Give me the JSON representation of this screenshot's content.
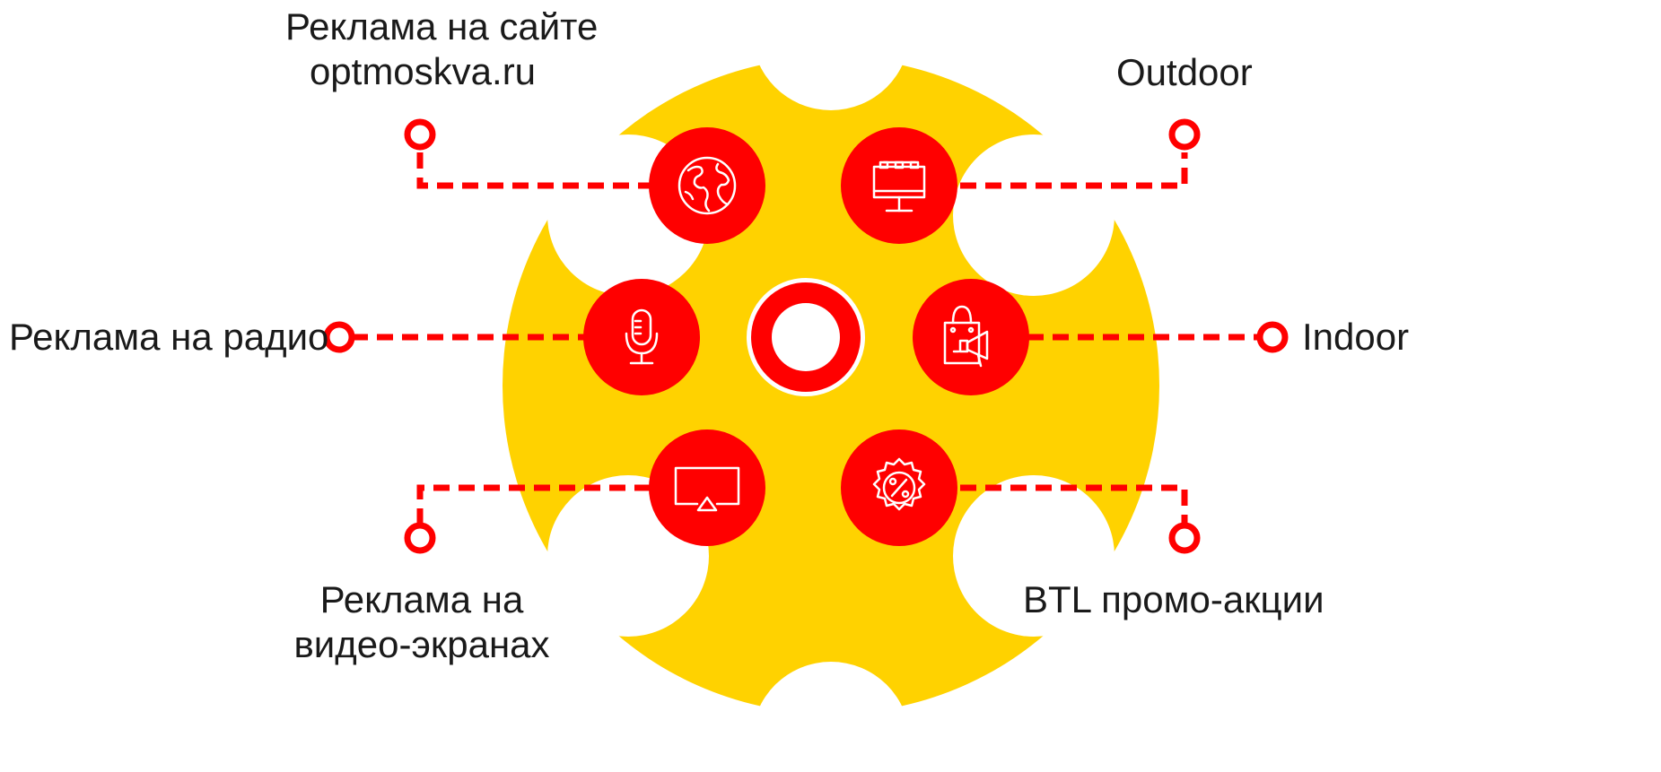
{
  "colors": {
    "background_shape": "#FFD200",
    "accent": "#FF0000",
    "icon": "#FFFFFF",
    "text": "#1a1a1a"
  },
  "labels": {
    "web_line1": "Реклама на сайте",
    "web_line2": "optmoskva.ru",
    "outdoor": "Outdoor",
    "radio": "Реклама на радио",
    "indoor": "Indoor",
    "video_line1": "Реклама на",
    "video_line2": "видео-экранах",
    "btl": "BTL промо-акции"
  },
  "icons": [
    "globe-icon",
    "billboard-icon",
    "microphone-icon",
    "shopping-megaphone-icon",
    "screen-icon",
    "percent-badge-icon"
  ]
}
